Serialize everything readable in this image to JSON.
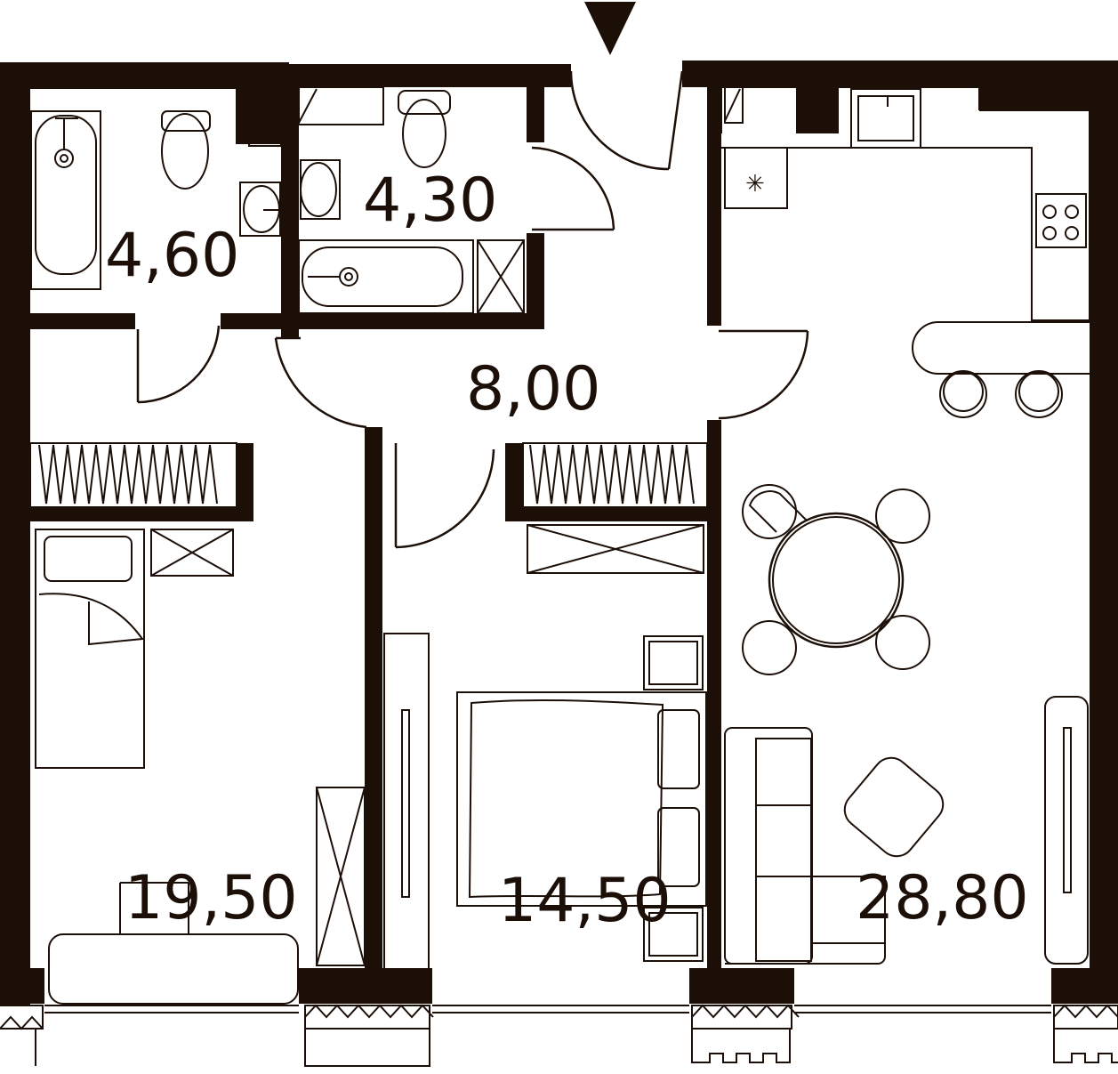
{
  "colors": {
    "wall": "#1c0f08",
    "background": "#ffffff"
  },
  "entrance": {
    "icon": "triangle-down-icon"
  },
  "rooms": [
    {
      "id": "bathroom-1",
      "area": "4,60"
    },
    {
      "id": "bathroom-2",
      "area": "4,30"
    },
    {
      "id": "hallway",
      "area": "8,00"
    },
    {
      "id": "bedroom-left",
      "area": "19,50"
    },
    {
      "id": "bedroom-middle",
      "area": "14,50"
    },
    {
      "id": "living-kitchen",
      "area": "28,80"
    }
  ]
}
